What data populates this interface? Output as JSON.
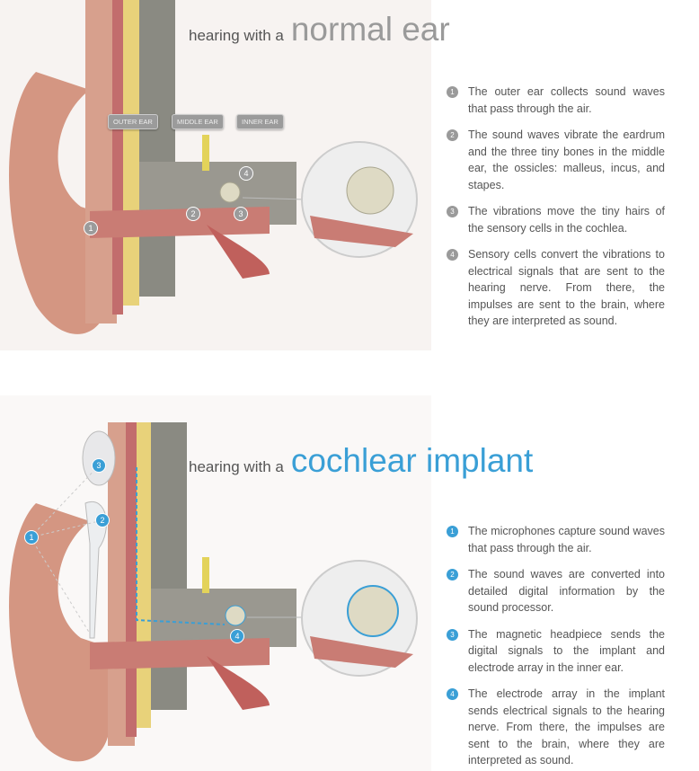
{
  "normal": {
    "title_prefix": "hearing with a",
    "title_main": "normal ear",
    "region_labels": [
      "OUTER EAR",
      "MIDDLE EAR",
      "INNER EAR"
    ],
    "markers": [
      "1",
      "2",
      "3",
      "4"
    ],
    "steps": [
      {
        "num": "1",
        "text": "The outer ear collects sound waves that pass through the air."
      },
      {
        "num": "2",
        "text": "The sound waves vibrate the eardrum and the three tiny bones in the middle ear, the ossicles: malleus, incus, and stapes."
      },
      {
        "num": "3",
        "text": "The vibrations move the tiny hairs of the sensory cells in the cochlea."
      },
      {
        "num": "4",
        "text": "Sensory cells convert the vibrations to electrical signals that are sent to the hearing nerve. From there, the impulses are sent to the brain, where they are interpreted as sound."
      }
    ]
  },
  "implant": {
    "title_prefix": "hearing with a",
    "title_main": "cochlear implant",
    "markers": [
      "1",
      "2",
      "3",
      "4"
    ],
    "steps": [
      {
        "num": "1",
        "text": "The microphones capture sound waves that pass through the air."
      },
      {
        "num": "2",
        "text": "The sound waves are converted into detailed digital information by the sound processor."
      },
      {
        "num": "3",
        "text": "The magnetic headpiece sends the digital signals to the implant and electrode array in the inner ear."
      },
      {
        "num": "4",
        "text": "The electrode array in the implant sends electrical signals to the hearing nerve. From there, the impulses are sent to the brain, where they are interpreted as sound."
      }
    ]
  },
  "colors": {
    "accent_blue": "#3a9fd6",
    "gray": "#9a9a9a",
    "skin": "#d49682"
  }
}
